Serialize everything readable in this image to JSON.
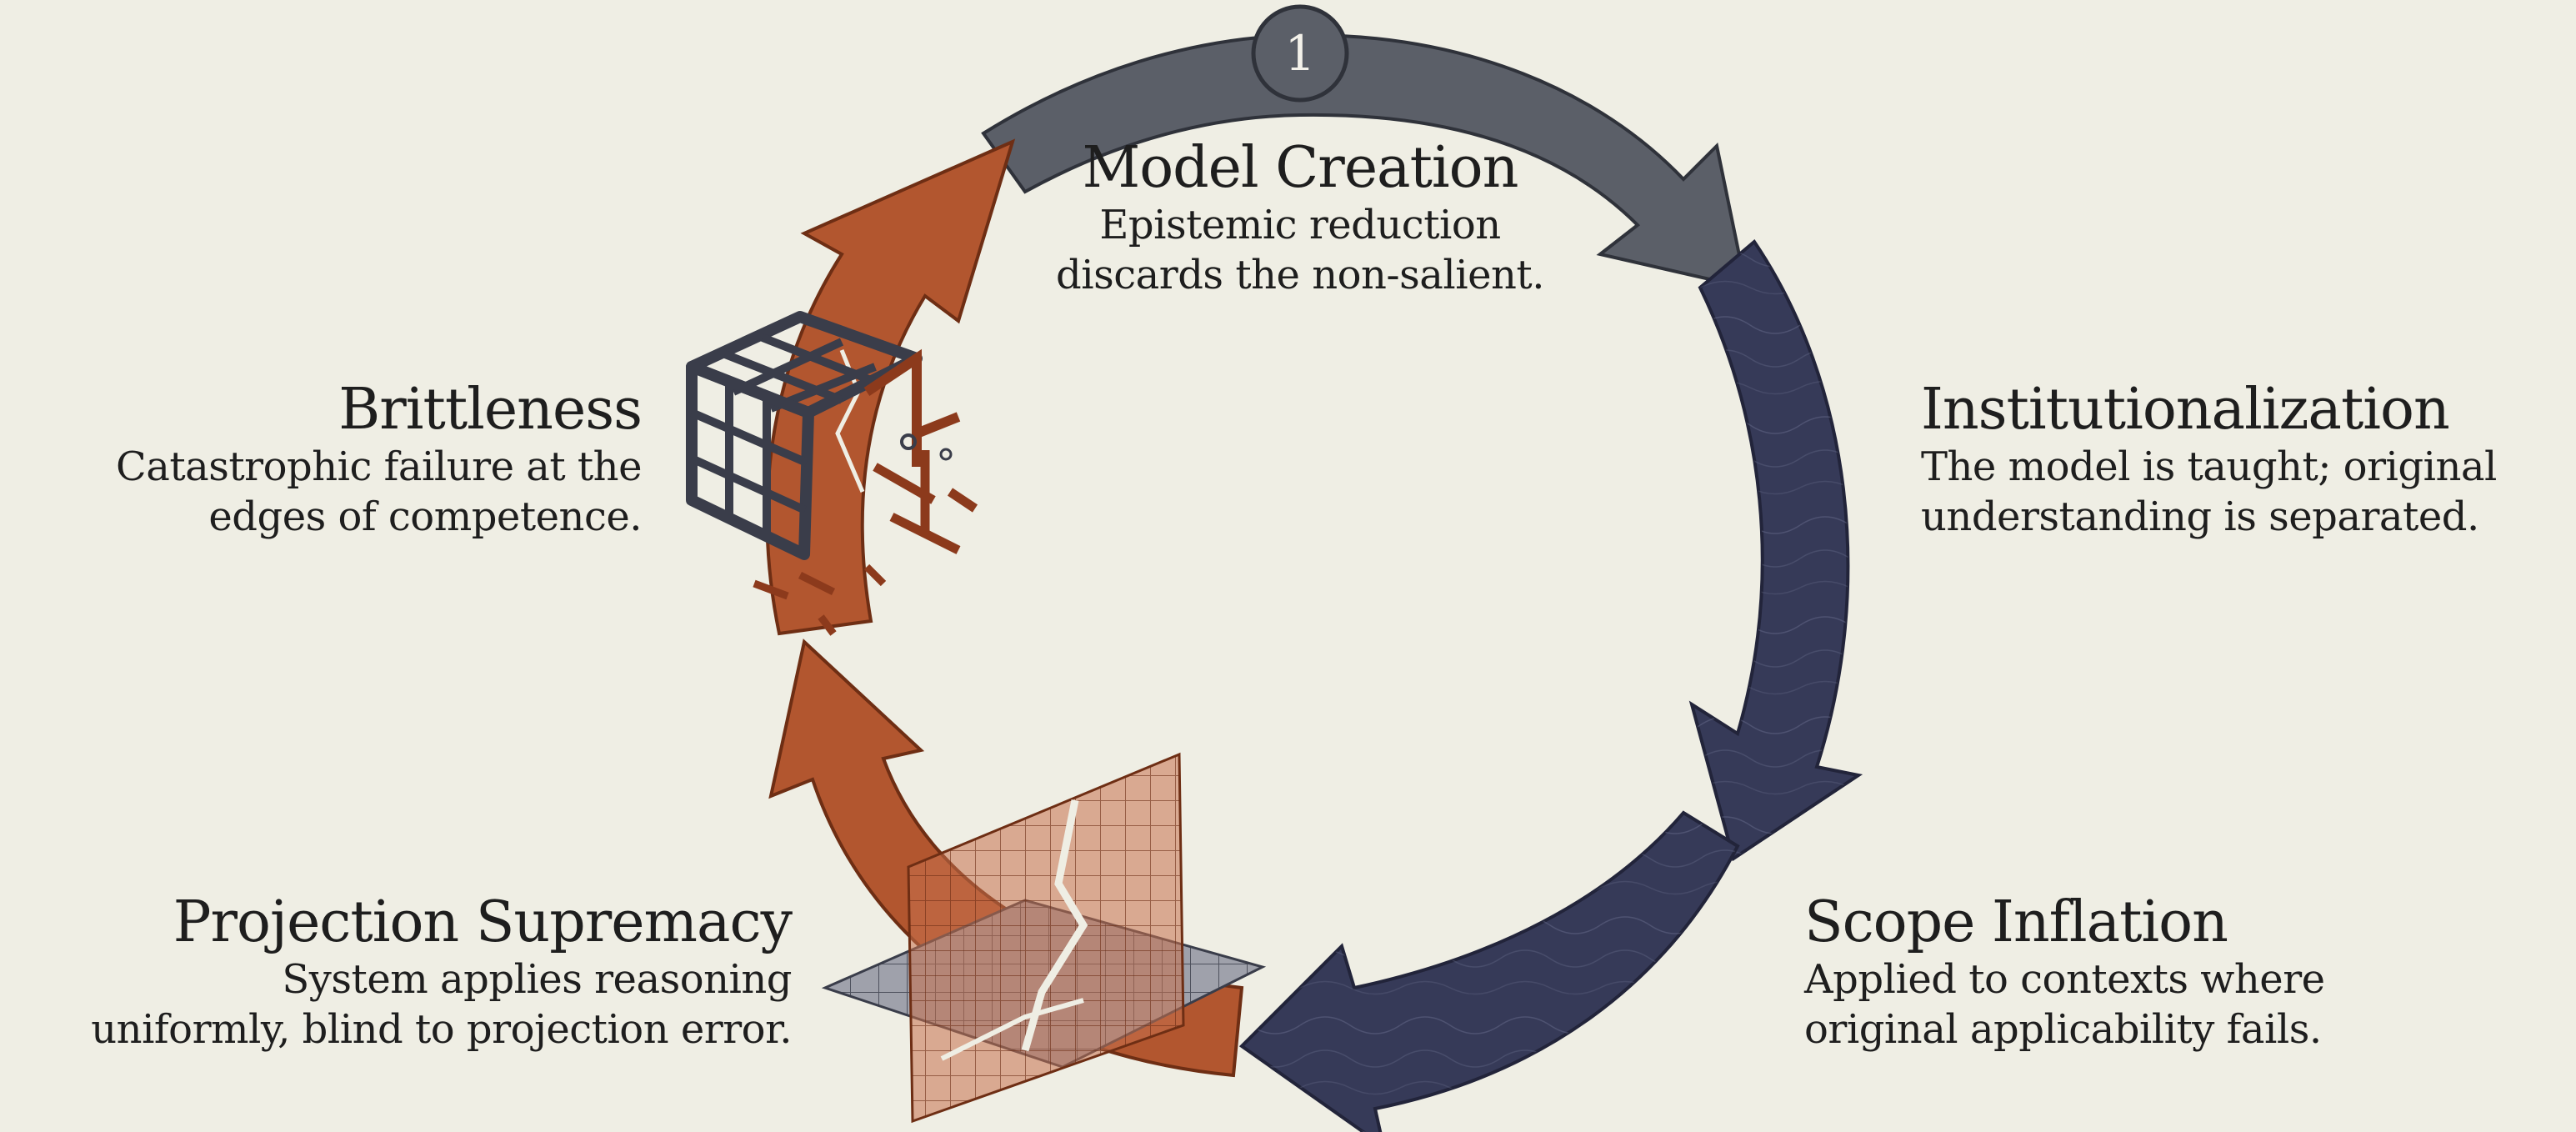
{
  "stages": [
    {
      "number": "1",
      "title": "Model Creation",
      "description_lines": [
        "Epistemic reduction",
        "discards the non-salient."
      ]
    },
    {
      "title": "Institutionalization",
      "description_lines": [
        "The model is taught; original",
        "understanding is separated."
      ]
    },
    {
      "title": "Scope Inflation",
      "description_lines": [
        "Applied to contexts where",
        "original applicability fails."
      ]
    },
    {
      "title": "Projection Supremacy",
      "description_lines": [
        "System applies reasoning",
        "uniformly, blind to projection error."
      ]
    },
    {
      "title": "Brittleness",
      "description_lines": [
        "Catastrophic failure at the",
        "edges of competence."
      ]
    }
  ],
  "colors": {
    "background": "#efeee4",
    "arrow_gray": "#5b5f68",
    "arrow_navy": "#363a58",
    "arrow_rust": "#b2562f",
    "text": "#1e1e1e"
  }
}
